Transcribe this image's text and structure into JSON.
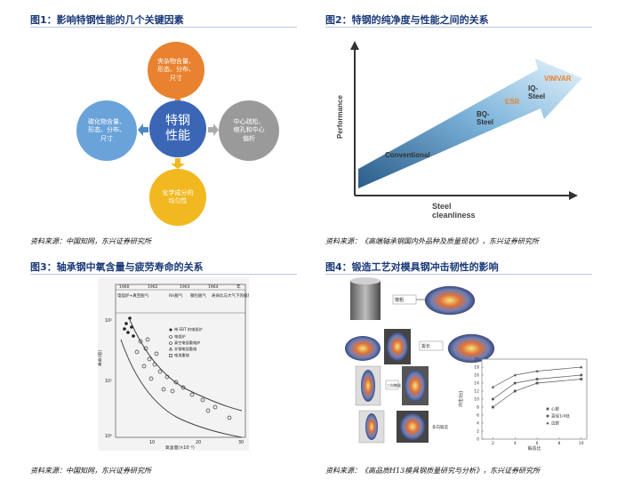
{
  "panels": {
    "p1": {
      "title": "图1：影响特钢性能的几个关键因素",
      "center": "特钢\n性能",
      "top": "夹杂物含量、\n形态、分布、\n尺寸",
      "left": "碳化物含量、\n形态、分布、\n尺寸",
      "right": "中心疏松、\n缩孔和中心\n偏析",
      "bottom": "化学成分的\n均匀性",
      "source": "资料来源：中国知网，东兴证券研究所"
    },
    "p2": {
      "title": "图2：特钢的纯净度与性能之间的关系",
      "ylabel": "Performance",
      "xlabel": "Steel cleanliness",
      "labels": {
        "conventional": "Conventional",
        "bq": "BQ-Steel",
        "esr": "ESR",
        "iq": "IQ-Steel",
        "vimvar": "VIMVAR"
      },
      "source": "资料来源：《高端轴承钢国内外品种及质量现状》，东兴证券研究所"
    },
    "p3": {
      "title": "图3：轴承钢中氧含量与疲劳寿命的关系",
      "years": [
        "1960",
        "1962",
        "1963",
        "1964",
        "年"
      ],
      "header_notes": [
        "电弧炉+真空脱气",
        "RH脱气",
        "钢包脱气",
        "寿命比与大气下的极限比"
      ],
      "ylabel": "寿命(倍)",
      "xlabel": "氧含量(×10⁻⁶)",
      "legend": [
        "带 EBT 的电弧炉",
        "电弧炉",
        "真空电弧重熔炉",
        "非钢电弧重熔",
        "电渣重熔"
      ],
      "yticks": [
        "10²",
        "10¹",
        "10⁰"
      ],
      "xticks": [
        "10",
        "20",
        "30"
      ],
      "source": "资料来源：中国知网，东兴证券研究所"
    },
    "p4": {
      "title": "图4：锻造工艺对模具钢冲击韧性的影响",
      "process_labels": [
        "镦粗",
        "拔长",
        "三向镦拔",
        "多向锻造"
      ],
      "chart_data": {
        "type": "line",
        "x": [
          2,
          4,
          6,
          10
        ],
        "xlabel": "锻造比",
        "ylabel": "冲击功/J",
        "ylim": [
          0,
          20
        ],
        "yticks": [
          0,
          2,
          4,
          6,
          8,
          10,
          12,
          14,
          16,
          18,
          20
        ],
        "xticks": [
          2,
          4,
          6,
          8,
          10
        ],
        "series": [
          {
            "name": "心部",
            "values": [
              8.0,
              12.0,
              14.0,
              15.0
            ],
            "marker": "square",
            "color": "#555555"
          },
          {
            "name": "直径1/4处",
            "values": [
              10.0,
              14.0,
              15.0,
              16.0
            ],
            "marker": "circle",
            "color": "#555555"
          },
          {
            "name": "边部",
            "values": [
              13.0,
              16.0,
              17.0,
              18.0
            ],
            "marker": "triangle",
            "color": "#555555"
          }
        ]
      },
      "source": "资料来源：《高品质H13模具钢质量研究与分析》，东兴证券研究所"
    }
  },
  "colors": {
    "title": "#1a3a78",
    "center_blue": "#3a66b5",
    "orange": "#e9822f",
    "light_blue": "#6aa3d9",
    "gray": "#9a9a9a",
    "yellow": "#f2b820",
    "arrow_orange": "#e9822f",
    "arrow_gray": "#aaaaaa",
    "arrow_yellow": "#f2b820",
    "arrow_blue": "#4c88c8"
  }
}
